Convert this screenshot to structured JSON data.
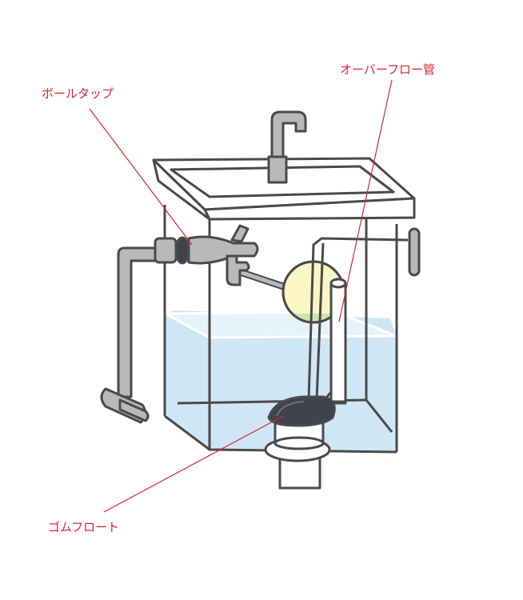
{
  "labels": {
    "ball_tap": "ボールタップ",
    "overflow_pipe": "オーバーフロー管",
    "rubber_float": "ゴムフロート"
  },
  "colors": {
    "outline": "#4a4a4a",
    "pipe_fill": "#b9b9b9",
    "water": "#cfe6f5",
    "water_surface": "#e6f3fb",
    "float_ball": "#fbf5c4",
    "float_ball_submerged": "#cfe3b0",
    "rubber": "#3f434c",
    "leader_line": "#d7262e",
    "label_text": "#d7262e"
  },
  "icons": {
    "tank": "toilet-tank-icon",
    "ball_tap": "ball-tap-valve-icon",
    "float_ball": "float-ball-icon",
    "overflow": "overflow-pipe-icon",
    "rubber_float": "rubber-float-icon"
  }
}
